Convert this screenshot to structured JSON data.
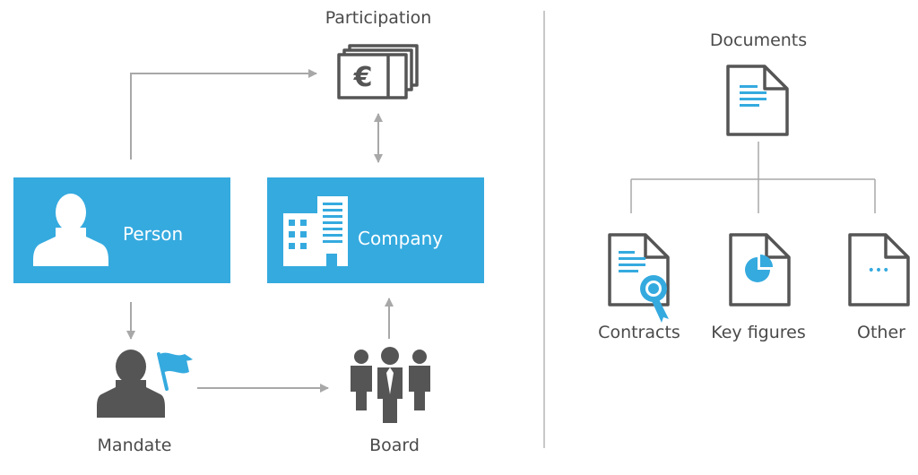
{
  "labels": {
    "participation": "Participation",
    "person": "Person",
    "company": "Company",
    "mandate": "Mandate",
    "board": "Board",
    "documents": "Documents",
    "contracts": "Contracts",
    "key_figures": "Key figures",
    "other": "Other"
  },
  "symbols": {
    "currency": "€",
    "ellipsis": "•••"
  },
  "icons": {
    "participation": "banknote-stack-icon",
    "person": "person-silhouette-icon",
    "company": "office-building-icon",
    "mandate": "person-with-flag-icon",
    "board": "group-of-people-icon",
    "documents": "document-icon",
    "contracts": "contract-certificate-icon",
    "key_figures": "pie-chart-document-icon",
    "other": "ellipsis-document-icon"
  },
  "colors": {
    "accent": "#35aadf",
    "icon_dark": "#555555",
    "connector": "#a8a8a8",
    "text": "#4a4a4a",
    "box_text": "#ffffff"
  }
}
